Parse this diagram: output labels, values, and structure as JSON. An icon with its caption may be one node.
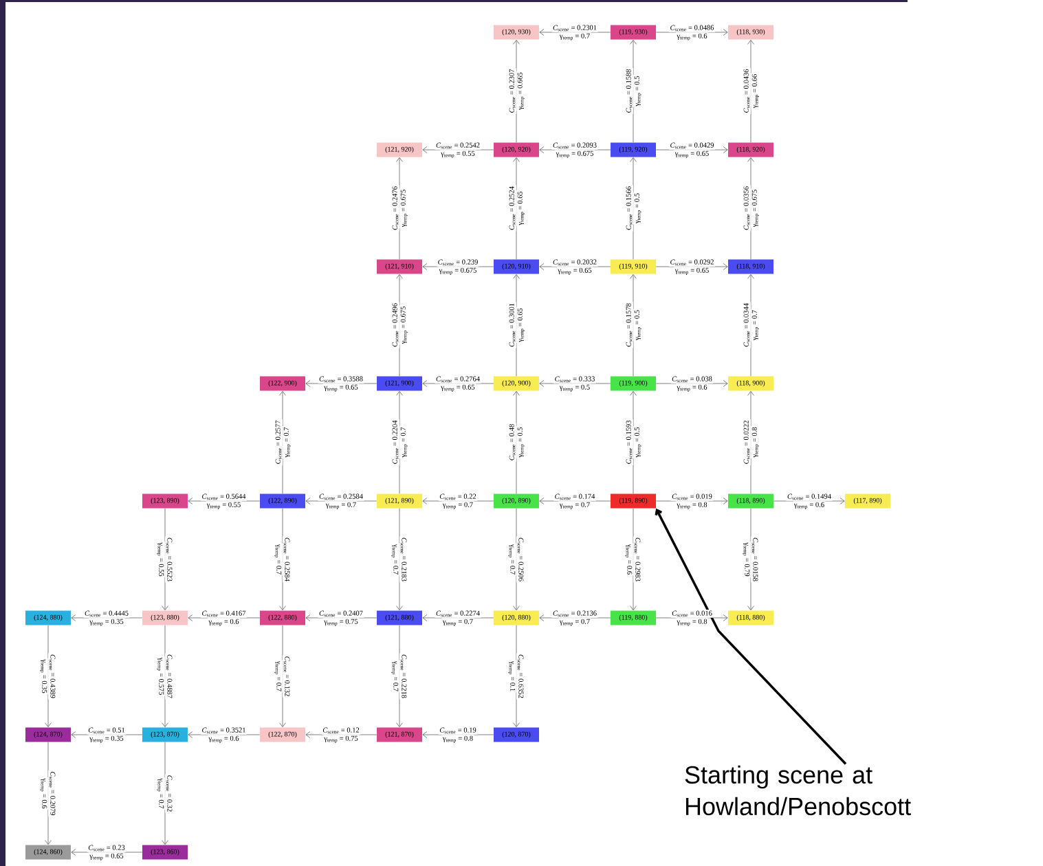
{
  "diagram": {
    "nodes": [
      {
        "text": [
          "(120, 930)"
        ]
      },
      {
        "text": [
          "(119, 930)"
        ]
      },
      {
        "text": [
          "(118, 930)"
        ]
      },
      {
        "text": [
          "(121, 920)"
        ]
      },
      {
        "text": [
          "(120, 920)"
        ]
      },
      {
        "text": [
          "(119, 920)"
        ]
      },
      {
        "text": [
          "(118, 920)"
        ]
      },
      {
        "text": [
          "(121, 910)"
        ]
      },
      {
        "text": [
          "(120, 910)"
        ]
      },
      {
        "text": [
          "(119, 910)"
        ]
      },
      {
        "text": [
          "(118, 910)"
        ]
      },
      {
        "text": [
          "(122, 900)"
        ]
      },
      {
        "text": [
          "(121, 900)"
        ]
      },
      {
        "text": [
          "(120, 900)"
        ]
      },
      {
        "text": [
          "(119, 900)"
        ]
      },
      {
        "text": [
          "(118, 900)"
        ]
      },
      {
        "text": [
          "(123, 890)"
        ]
      },
      {
        "text": [
          "(122, 890)"
        ]
      },
      {
        "text": [
          "(121, 890)"
        ]
      },
      {
        "text": [
          "(120, 890)"
        ]
      },
      {
        "text": [
          "(119, 890)"
        ]
      },
      {
        "text": [
          "(118, 890)"
        ]
      },
      {
        "text": [
          "(117, 890)"
        ]
      },
      {
        "text": [
          "(124, 880)"
        ]
      },
      {
        "text": [
          "(123, 880)"
        ]
      },
      {
        "text": [
          "(122, 880)"
        ]
      },
      {
        "text": [
          "(121, 880)"
        ]
      },
      {
        "text": [
          "(120, 880)"
        ]
      },
      {
        "text": [
          "(119, 880)"
        ]
      },
      {
        "text": [
          "(118, 880)"
        ]
      },
      {
        "text": [
          "(124, 870)"
        ]
      },
      {
        "text": [
          "(123, 870)"
        ]
      },
      {
        "text": [
          "(122, 870)"
        ]
      },
      {
        "text": [
          "(121, 870)"
        ]
      },
      {
        "text": [
          "(120, 870)"
        ]
      },
      {
        "text": [
          "(124, 860)"
        ]
      },
      {
        "text": [
          "(123, 860)"
        ]
      },
      {
        "text": [
          "Starting scene at Howland/Penobscott"
        ]
      }
    ],
    "edges": [
      {
        "from": 1,
        "to": 0,
        "arrow": "to",
        "label": [
          "*C*$_{scene}$ = 0.2301",
          "γ$_{temp}$ = 0.7"
        ]
      },
      {
        "from": 1,
        "to": 2,
        "arrow": "to",
        "label": [
          "*C*$_{scene}$ = 0.0486",
          "γ$_{temp}$ = 0.6"
        ]
      },
      {
        "from": 4,
        "to": 0,
        "arrow": "to",
        "label": [
          "*C*$_{scene}$ = 0.2307",
          "γ$_{temp}$ = 0.665"
        ]
      },
      {
        "from": 5,
        "to": 1,
        "arrow": "to",
        "label": [
          "*C*$_{scene}$ = 0.1588",
          "γ$_{temp}$ = 0.5"
        ]
      },
      {
        "from": 6,
        "to": 2,
        "arrow": "to",
        "label": [
          "*C*$_{scene}$ = 0.0436",
          "γ$_{temp}$ = 0.66"
        ]
      },
      {
        "from": 4,
        "to": 3,
        "arrow": "to",
        "label": [
          "*C*$_{scene}$ = 0.2542",
          "γ$_{temp}$ = 0.55"
        ]
      },
      {
        "from": 5,
        "to": 4,
        "arrow": "to",
        "label": [
          "*C*$_{scene}$ = 0.2093",
          "γ$_{temp}$ = 0.675"
        ]
      },
      {
        "from": 5,
        "to": 6,
        "arrow": "to",
        "label": [
          "*C*$_{scene}$ = 0.0429",
          "γ$_{temp}$ = 0.65"
        ]
      },
      {
        "from": 7,
        "to": 3,
        "arrow": "to",
        "label": [
          "*C*$_{scene}$ = 0.2476",
          "γ$_{temp}$ = 0.675"
        ]
      },
      {
        "from": 8,
        "to": 4,
        "arrow": "to",
        "label": [
          "*C*$_{scene}$ = 0.2524",
          "γ$_{temp}$ = 0.65"
        ]
      },
      {
        "from": 9,
        "to": 5,
        "arrow": "to",
        "label": [
          "*C*$_{scene}$ = 0.1566",
          "γ$_{temp}$ = 0.5"
        ]
      },
      {
        "from": 10,
        "to": 6,
        "arrow": "to",
        "label": [
          "*C*$_{scene}$ = 0.0356",
          "γ$_{temp}$ = 0.675"
        ]
      },
      {
        "from": 8,
        "to": 7,
        "arrow": "to",
        "label": [
          "*C*$_{scene}$ = 0.239",
          "γ$_{temp}$ = 0.675"
        ]
      },
      {
        "from": 9,
        "to": 8,
        "arrow": "to",
        "label": [
          "*C*$_{scene}$ = 0.2032",
          "γ$_{temp}$ = 0.65"
        ]
      },
      {
        "from": 9,
        "to": 10,
        "arrow": "to",
        "label": [
          "*C*$_{scene}$ = 0.0292",
          "γ$_{temp}$ = 0.65"
        ]
      },
      {
        "from": 12,
        "to": 7,
        "arrow": "to",
        "label": [
          "*C*$_{scene}$ = 0.2496",
          "γ$_{temp}$ = 0.675"
        ]
      },
      {
        "from": 13,
        "to": 8,
        "arrow": "to",
        "label": [
          "*C*$_{scene}$ = 0.3001",
          "γ$_{temp}$ = 0.65"
        ]
      },
      {
        "from": 14,
        "to": 9,
        "arrow": "to",
        "label": [
          "*C*$_{scene}$ = 0.1578",
          "γ$_{temp}$ = 0.5"
        ]
      },
      {
        "from": 15,
        "to": 10,
        "arrow": "to",
        "label": [
          "*C*$_{scene}$ = 0.0344",
          "γ$_{temp}$ = 0.7"
        ]
      },
      {
        "from": 12,
        "to": 11,
        "arrow": "to",
        "label": [
          "*C*$_{scene}$ = 0.3588",
          "γ$_{temp}$ = 0.65"
        ]
      },
      {
        "from": 13,
        "to": 12,
        "arrow": "to",
        "label": [
          "*C*$_{scene}$ = 0.2764",
          "γ$_{temp}$ = 0.65"
        ]
      },
      {
        "from": 14,
        "to": 13,
        "arrow": "to",
        "label": [
          "*C*$_{scene}$ = 0.333",
          "γ$_{temp}$ = 0.5"
        ]
      },
      {
        "from": 14,
        "to": 15,
        "arrow": "to",
        "label": [
          "*C*$_{scene}$ = 0.038",
          "γ$_{temp}$ = 0.6"
        ]
      },
      {
        "from": 17,
        "to": 11,
        "arrow": "to",
        "label": [
          "*C*$_{scene}$ = 0.2577",
          "γ$_{temp}$ = 0.7"
        ]
      },
      {
        "from": 18,
        "to": 12,
        "arrow": "to",
        "label": [
          "*C*$_{scene}$ = 0.2204",
          "γ$_{temp}$ = 0.7"
        ]
      },
      {
        "from": 19,
        "to": 13,
        "arrow": "to",
        "label": [
          "*C*$_{scene}$ = 0.48",
          "γ$_{temp}$ = 0.5"
        ]
      },
      {
        "from": 20,
        "to": 14,
        "arrow": "to",
        "label": [
          "*C*$_{scene}$ = 0.1593",
          "γ$_{temp}$ = 0.5"
        ]
      },
      {
        "from": 21,
        "to": 15,
        "arrow": "to",
        "label": [
          "*C*$_{scene}$ = 0.0222",
          "γ$_{temp}$ = 0.8"
        ]
      },
      {
        "from": 17,
        "to": 16,
        "arrow": "to",
        "label": [
          "*C*$_{scene}$ = 0.5644",
          "γ$_{temp}$ = 0.55"
        ]
      },
      {
        "from": 18,
        "to": 17,
        "arrow": "to",
        "label": [
          "*C*$_{scene}$ = 0.2584",
          "γ$_{temp}$ = 0.7"
        ]
      },
      {
        "from": 19,
        "to": 18,
        "arrow": "to",
        "label": [
          "*C*$_{scene}$ = 0.22",
          "γ$_{temp}$ = 0.7"
        ]
      },
      {
        "from": 20,
        "to": 19,
        "arrow": "to",
        "label": [
          "*C*$_{scene}$ = 0.174",
          "γ$_{temp}$ = 0.7"
        ]
      },
      {
        "from": 20,
        "to": 21,
        "arrow": "to",
        "label": [
          "*C*$_{scene}$ = 0.019",
          "γ$_{temp}$ = 0.8"
        ]
      },
      {
        "from": 21,
        "to": 22,
        "arrow": "to",
        "label": [
          "*C*$_{scene}$ = 0.1494",
          "γ$_{temp}$ = 0.6"
        ]
      },
      {
        "from": 16,
        "to": 24,
        "arrow": "to",
        "label": [
          "*C*$_{scene}$ = 0.5523",
          "γ$_{temp}$ = 0.55"
        ]
      },
      {
        "from": 17,
        "to": 25,
        "arrow": "to",
        "label": [
          "*C*$_{scene}$ = 0.2584",
          "γ$_{temp}$ = 0.7"
        ]
      },
      {
        "from": 18,
        "to": 26,
        "arrow": "to",
        "label": [
          "*C*$_{scene}$ = 0.2183",
          "γ$_{temp}$ = 0.7"
        ]
      },
      {
        "from": 19,
        "to": 27,
        "arrow": "to",
        "label": [
          "*C*$_{scene}$ = 0.2506",
          "γ$_{temp}$ = 0.7"
        ]
      },
      {
        "from": 20,
        "to": 28,
        "arrow": "to",
        "label": [
          "*C*$_{scene}$ = 0.2983",
          "γ$_{temp}$ = 0.6"
        ]
      },
      {
        "from": 21,
        "to": 29,
        "arrow": "to",
        "label": [
          "*C*$_{scene}$ = 0.0158",
          "γ$_{temp}$ = 0.79"
        ]
      },
      {
        "from": 24,
        "to": 23,
        "arrow": "to",
        "label": [
          "*C*$_{scene}$ = 0.4445",
          "γ$_{temp}$ = 0.35"
        ]
      },
      {
        "from": 25,
        "to": 24,
        "arrow": "to",
        "label": [
          "*C*$_{scene}$ = 0.4167",
          "γ$_{temp}$ = 0.6"
        ]
      },
      {
        "from": 26,
        "to": 25,
        "arrow": "to",
        "label": [
          "*C*$_{scene}$ = 0.2407",
          "γ$_{temp}$ = 0.75"
        ]
      },
      {
        "from": 27,
        "to": 26,
        "arrow": "to",
        "label": [
          "*C*$_{scene}$ = 0.2274",
          "γ$_{temp}$ = 0.7"
        ]
      },
      {
        "from": 28,
        "to": 27,
        "arrow": "to",
        "label": [
          "*C*$_{scene}$ = 0.2136",
          "γ$_{temp}$ = 0.7"
        ]
      },
      {
        "from": 28,
        "to": 29,
        "arrow": "to",
        "label": [
          "*C*$_{scene}$ = 0.016",
          "γ$_{temp}$ = 0.8"
        ]
      },
      {
        "from": 23,
        "to": 30,
        "arrow": "to",
        "label": [
          "*C*$_{scene}$ = 0.4389",
          "γ$_{temp}$ = 0.35"
        ]
      },
      {
        "from": 24,
        "to": 31,
        "arrow": "to",
        "label": [
          "*C*$_{scene}$ = 0.4887",
          "γ$_{temp}$ = 0.575"
        ]
      },
      {
        "from": 25,
        "to": 32,
        "arrow": "to",
        "label": [
          "*C*$_{scene}$ = 0.132",
          "γ$_{temp}$ = 0.7"
        ]
      },
      {
        "from": 26,
        "to": 33,
        "arrow": "to",
        "label": [
          "*C*$_{scene}$ = 0.2218",
          "γ$_{temp}$ = 0.7"
        ]
      },
      {
        "from": 27,
        "to": 34,
        "arrow": "to",
        "label": [
          "*C*$_{scene}$ = 0.6352",
          "γ$_{temp}$ = 0.1"
        ]
      },
      {
        "from": 31,
        "to": 30,
        "arrow": "to",
        "label": [
          "*C*$_{scene}$ = 0.51",
          "γ$_{temp}$ = 0.35"
        ]
      },
      {
        "from": 32,
        "to": 31,
        "arrow": "to",
        "label": [
          "*C*$_{scene}$ = 0.3521",
          "γ$_{temp}$ = 0.6"
        ]
      },
      {
        "from": 33,
        "to": 32,
        "arrow": "to",
        "label": [
          "*C*$_{scene}$ = 0.12",
          "γ$_{temp}$ = 0.75"
        ]
      },
      {
        "from": 34,
        "to": 33,
        "arrow": "to",
        "label": [
          "*C*$_{scene}$ = 0.19",
          "γ$_{temp}$ = 0.8"
        ]
      },
      {
        "from": 30,
        "to": 35,
        "arrow": "to",
        "label": [
          "*C*$_{scene}$ = 0.2079",
          "γ$_{temp}$ = 0.6"
        ]
      },
      {
        "from": 31,
        "to": 36,
        "arrow": "to",
        "label": [
          "*C*$_{scene}$ = 0.32",
          "γ$_{temp}$ = 0.7"
        ]
      },
      {
        "from": 36,
        "to": 35,
        "arrow": "to",
        "label": [
          "*C*$_{scene}$ = 0.23",
          "γ$_{temp}$ = 0.65"
        ]
      },
      {
        "from": 37,
        "to": 20,
        "arrow": "to",
        "style": "thick",
        "color": "#000000"
      }
    ]
  }
}
